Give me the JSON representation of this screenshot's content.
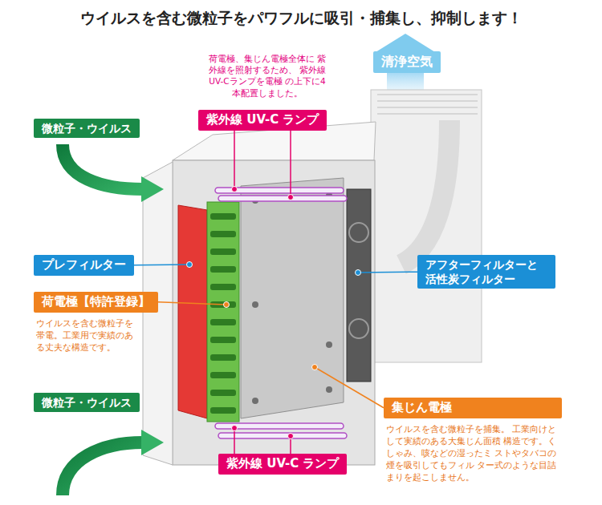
{
  "diagram": {
    "title": "ウイルスを含む微粒子をパワフルに吸引・捕集し、抑制します！",
    "nodes": [
      {
        "text": [
          "紫外線 UV-C ランプ"
        ]
      },
      {
        "text": [
          "清浄空気"
        ]
      },
      {
        "text": [
          "微粒子・ウイルス"
        ]
      },
      {
        "text": [
          "プレフィルター"
        ]
      },
      {
        "text": [
          "アフターフィルターと 活性炭フィルター"
        ]
      },
      {
        "text": [
          "荷電極【特許登録】",
          "ウイルスを含む微粒子を 帯電。工業用で実績のあ る丈夫な構造です。"
        ]
      },
      {
        "text": [
          "微粒子・ウイルス"
        ]
      },
      {
        "text": [
          "集じん電極",
          "ウイルスを含む微粒子を捕集。 工業向けとして実績のある大集じん面積 構造です。くしゃみ、咳などの湿ったミ ストやタバコの煙を吸引してもフィル ター式のような目詰まりを起こしません。"
        ]
      },
      {
        "text": [
          "紫外線 UV-C ランプ"
        ]
      }
    ],
    "labels": [
      "荷電極、集じん電極全体に 紫外線を照射するため、 紫外線 UV-Cランプを電極 の上下に4本配置しました。"
    ]
  }
}
